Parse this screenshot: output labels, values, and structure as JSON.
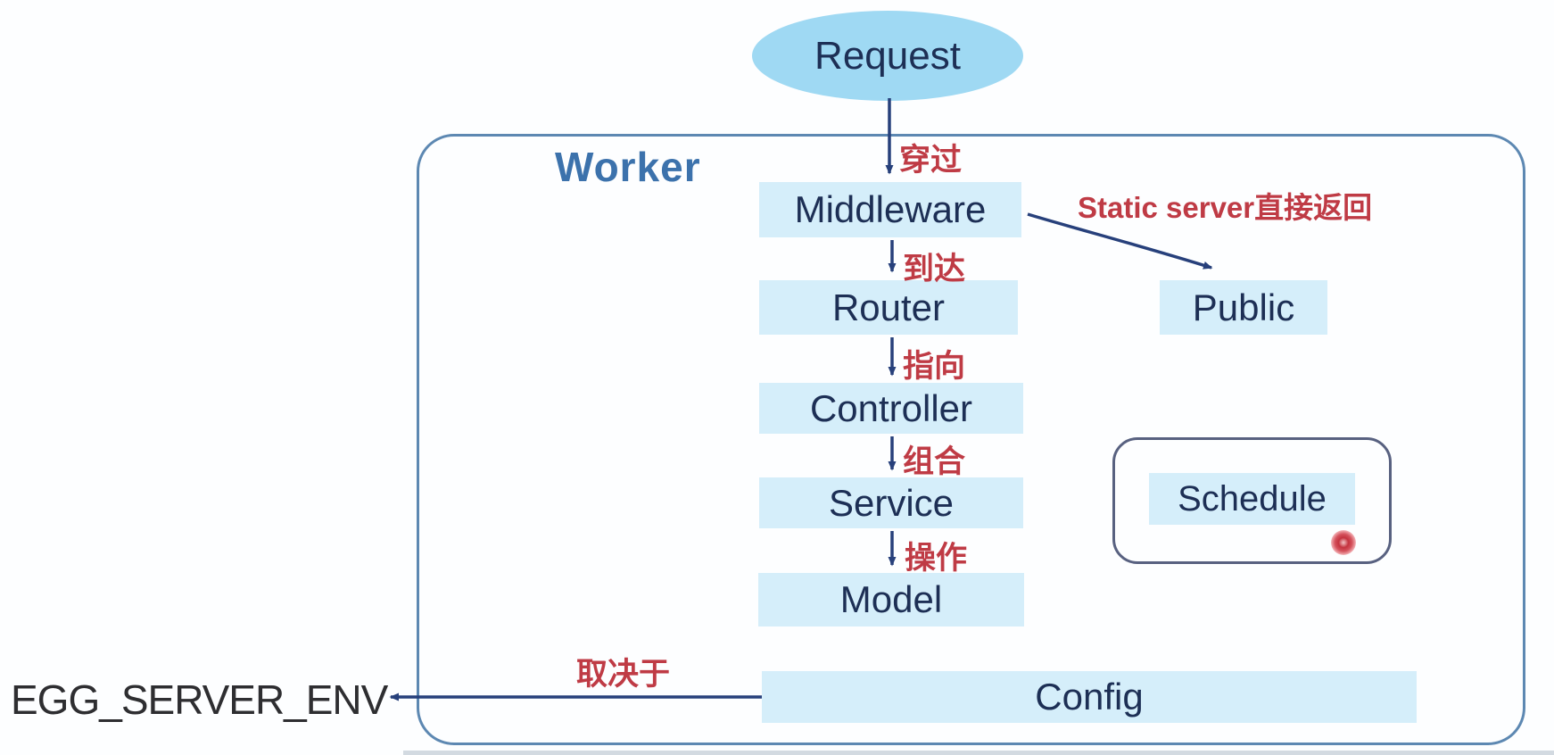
{
  "diagram": {
    "worker_label": "Worker",
    "request": "Request",
    "nodes": {
      "middleware": "Middleware",
      "router": "Router",
      "controller": "Controller",
      "service": "Service",
      "model": "Model",
      "public": "Public",
      "schedule": "Schedule",
      "config": "Config"
    },
    "edge_labels": {
      "pass_through": "穿过",
      "arrive": "到达",
      "point_to": "指向",
      "compose": "组合",
      "operate": "操作",
      "static_server": "Static server直接返回",
      "depends_on": "取决于"
    },
    "external": {
      "egg_server_env": "EGG_SERVER_ENV"
    },
    "colors": {
      "node_fill": "#d5eefa",
      "request_fill": "#9fd9f3",
      "node_text": "#1d2f55",
      "red_label": "#bf3b45",
      "arrow": "#27407b",
      "worker_border": "#5d88b2",
      "worker_text": "#3c72ac",
      "schedule_border": "#586180",
      "env_text": "#2e2e31",
      "laser_dot": "#c4333f"
    }
  }
}
